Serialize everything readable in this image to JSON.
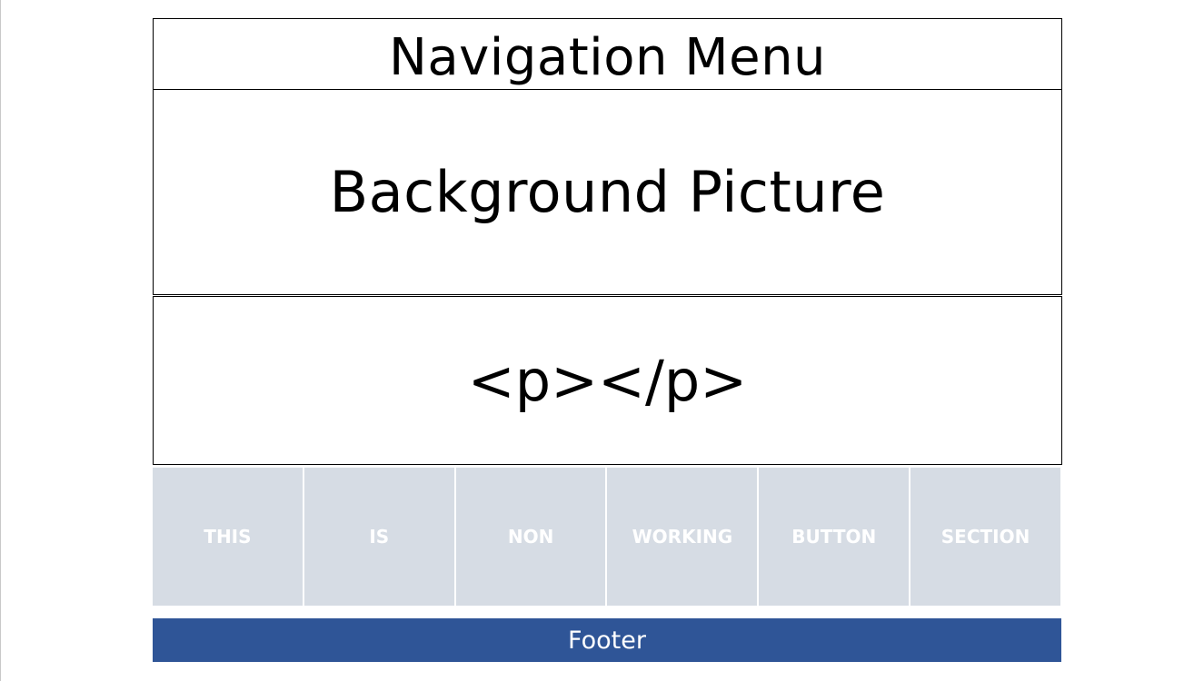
{
  "nav": {
    "label": "Navigation Menu"
  },
  "background": {
    "label": "Background Picture"
  },
  "paragraph": {
    "label": "<p></p>"
  },
  "buttons": [
    {
      "label": "THIS"
    },
    {
      "label": "IS"
    },
    {
      "label": "NON"
    },
    {
      "label": "WORKING"
    },
    {
      "label": "BUTTON"
    },
    {
      "label": "SECTION"
    }
  ],
  "footer": {
    "label": "Footer"
  },
  "colors": {
    "button_fill": "#d6dce4",
    "footer_fill": "#2f5597",
    "border": "#000000"
  }
}
